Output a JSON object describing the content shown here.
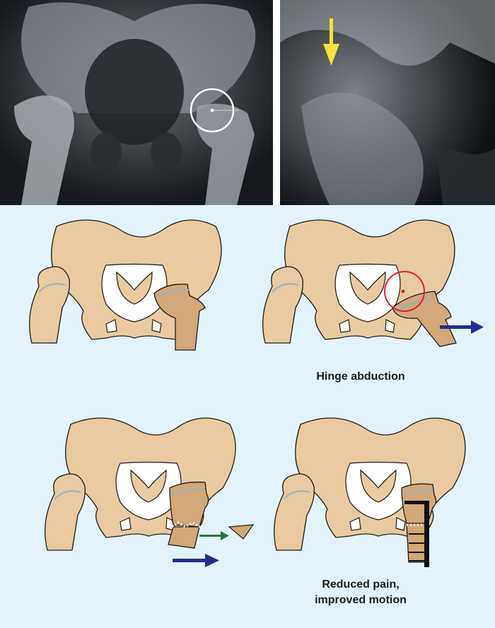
{
  "panels": {
    "xray_ap": {
      "marker": "white-circle-marker"
    },
    "xray_lateral": {
      "marker": "yellow-arrow-marker"
    }
  },
  "captions": {
    "hinge": "Hinge abduction",
    "result_line1": "Reduced pain,",
    "result_line2": "improved motion"
  },
  "colors": {
    "bone": "#e8cba0",
    "femur_deformed": "#d2a878",
    "panel_bg": "#e4f3fb",
    "growth_plate": "#8fb4c8",
    "hinge_circle": "#e0202a",
    "abduction_arrow": "#1f2f8f",
    "wedge_arrow": "#1f7a3a",
    "xray_marker": "#f2e23a",
    "plate": "#111111"
  }
}
